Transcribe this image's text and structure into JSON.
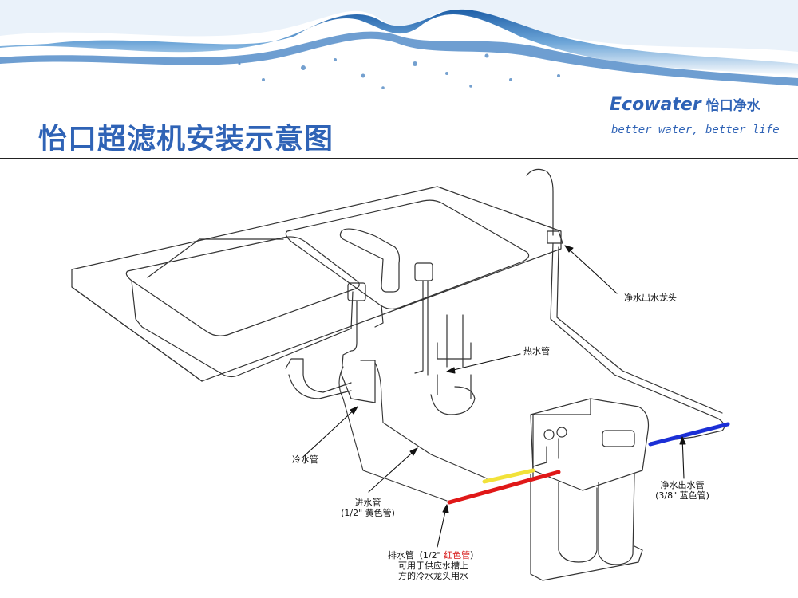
{
  "header": {
    "title": "怡口超滤机安装示意图",
    "brand": "Ecowater",
    "brand_cn": "怡口净水",
    "slogan": "better water, better life"
  },
  "labels": {
    "faucet": "净水出水龙头",
    "hot_pipe": "热水管",
    "cold_pipe": "冷水管",
    "inlet_line1": "进水管",
    "inlet_line2": "(1/2\" 黄色管)",
    "outlet_line1": "净水出水管",
    "outlet_line2": "(3/8\" 蓝色管)",
    "drain_part1": "排水管（1/2\" ",
    "drain_red": "红色管",
    "drain_part2": "）",
    "drain_line2": "可用于供应水槽上",
    "drain_line3": "方的冷水龙头用水"
  },
  "colors": {
    "title": "#2f63b6",
    "inlet_pipe": "#f2e23a",
    "drain_pipe": "#e01818",
    "outlet_pipe": "#1b2fd6"
  }
}
